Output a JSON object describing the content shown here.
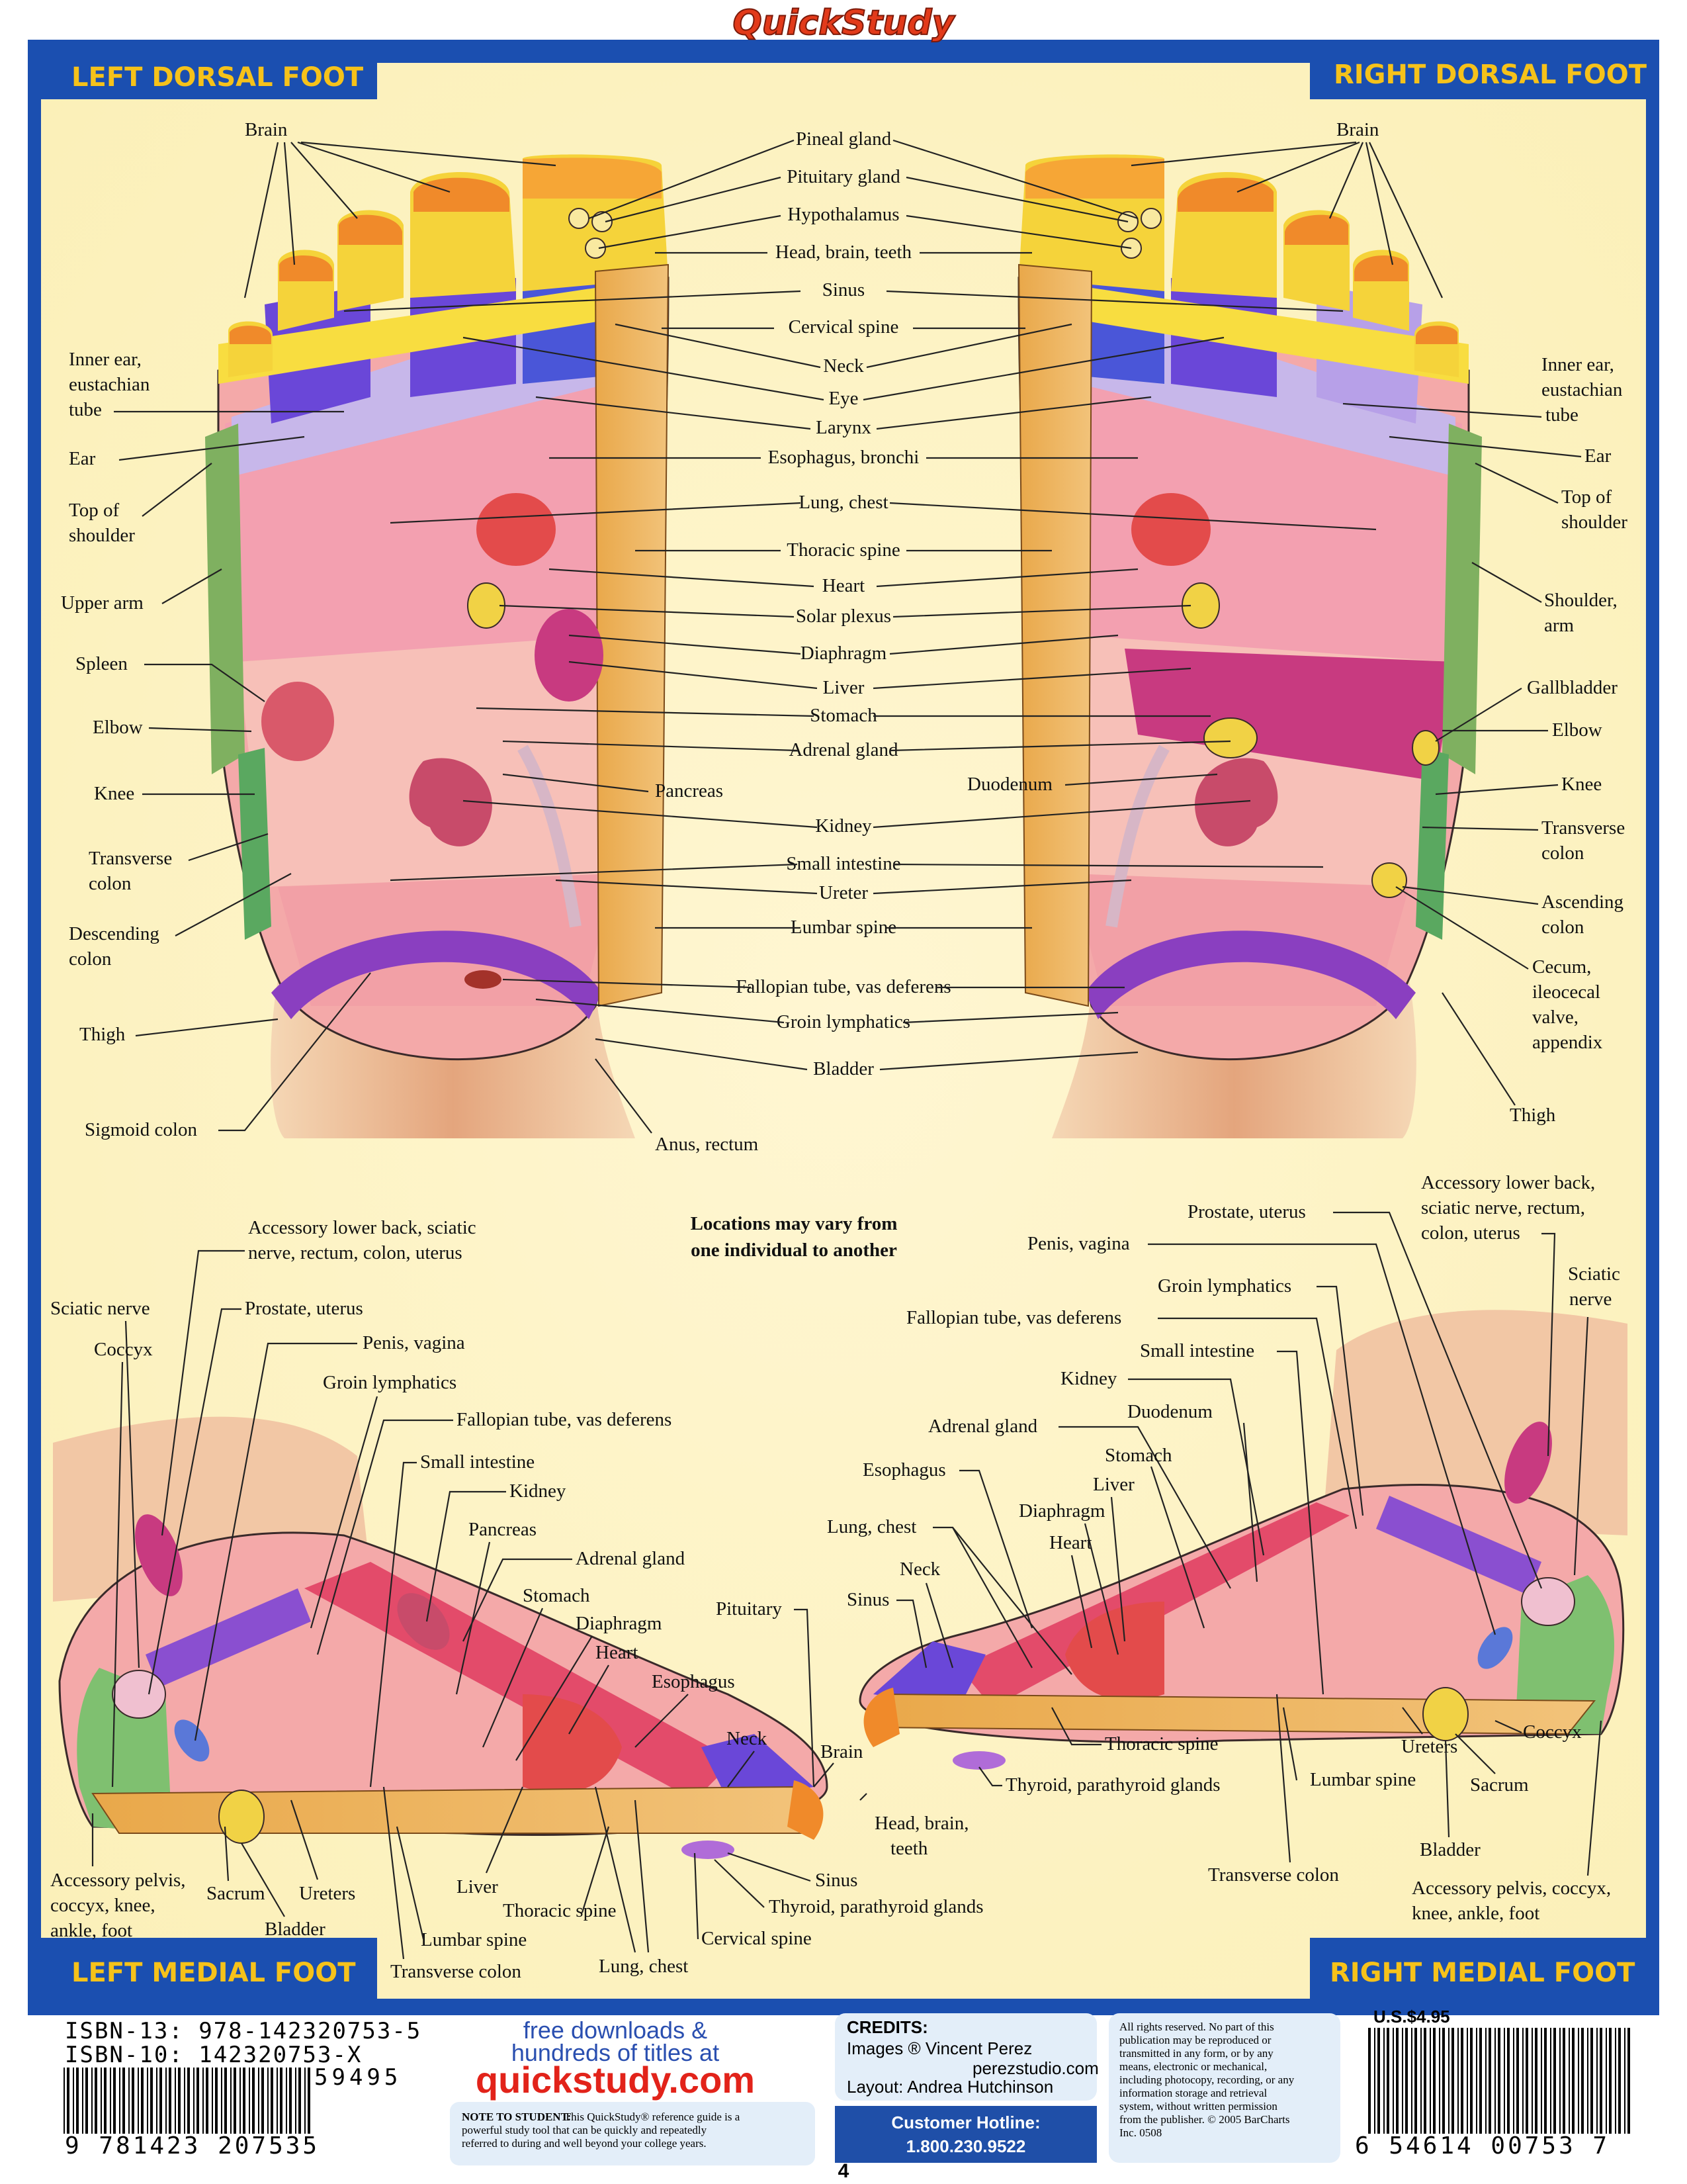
{
  "brand": {
    "logo": "QuickStudy"
  },
  "panels": {
    "left_dorsal": "LEFT DORSAL FOOT",
    "right_dorsal": "RIGHT DORSAL FOOT",
    "left_medial": "LEFT MEDIAL FOOT",
    "right_medial": "RIGHT MEDIAL FOOT"
  },
  "dorsal_center_labels": [
    "Pineal gland",
    "Pituitary gland",
    "Hypothalamus",
    "Head, brain, teeth",
    "Sinus",
    "Cervical spine",
    "Neck",
    "Eye",
    "Larynx",
    "Esophagus, bronchi",
    "Lung, chest",
    "Thoracic spine",
    "Heart",
    "Solar plexus",
    "Diaphragm",
    "Liver",
    "Stomach",
    "Adrenal gland",
    "Kidney",
    "Small intestine",
    "Ureter",
    "Lumbar spine",
    "Fallopian tube, vas deferens",
    "Groin lymphatics",
    "Bladder"
  ],
  "left_dorsal_labels": {
    "brain": "Brain",
    "inner_ear": [
      "Inner ear,",
      "eustachian",
      "tube"
    ],
    "ear": "Ear",
    "top_shoulder": [
      "Top of",
      "shoulder"
    ],
    "upper_arm": "Upper arm",
    "spleen": "Spleen",
    "elbow": "Elbow",
    "knee": "Knee",
    "transverse": [
      "Transverse",
      "colon"
    ],
    "descending": [
      "Descending",
      "colon"
    ],
    "thigh": "Thigh",
    "sigmoid": "Sigmoid colon",
    "pancreas": "Pancreas",
    "anus": "Anus, rectum"
  },
  "right_dorsal_labels": {
    "brain": "Brain",
    "inner_ear": [
      "Inner ear,",
      "eustachian",
      "tube"
    ],
    "ear": "Ear",
    "top_shoulder": [
      "Top of",
      "shoulder"
    ],
    "shoulder_arm": [
      "Shoulder,",
      "arm"
    ],
    "gallbladder": "Gallbladder",
    "elbow": "Elbow",
    "knee": "Knee",
    "transverse": [
      "Transverse",
      "colon"
    ],
    "ascending": [
      "Ascending",
      "colon"
    ],
    "cecum": [
      "Cecum,",
      "ileocecal",
      "valve,",
      "appendix"
    ],
    "thigh": "Thigh",
    "duodenum": "Duodenum"
  },
  "note": [
    "Locations may vary from",
    "one individual to another"
  ],
  "left_medial_labels": {
    "acc_lower_back": [
      "Accessory lower back, sciatic",
      "nerve, rectum, colon, uterus"
    ],
    "sciatic": "Sciatic nerve",
    "coccyx": "Coccyx",
    "prostate": "Prostate, uterus",
    "penis": "Penis, vagina",
    "groin": "Groin lymphatics",
    "fallopian": "Fallopian tube, vas deferens",
    "small_int": "Small intestine",
    "kidney": "Kidney",
    "pancreas": "Pancreas",
    "adrenal": "Adrenal gland",
    "stomach": "Stomach",
    "diaphragm": "Diaphragm",
    "heart": "Heart",
    "esophagus": "Esophagus",
    "pituitary": "Pituitary",
    "neck": "Neck",
    "brain": "Brain",
    "head": [
      "Head, brain,",
      "teeth"
    ],
    "sinus": "Sinus",
    "thyroid": "Thyroid, parathyroid glands",
    "cervical": "Cervical spine",
    "lung": "Lung, chest",
    "thoracic": "Thoracic spine",
    "liver": "Liver",
    "lumbar": "Lumbar spine",
    "transverse": "Transverse colon",
    "bladder": "Bladder",
    "ureters": "Ureters",
    "sacrum": "Sacrum",
    "acc_pelvis": [
      "Accessory pelvis,",
      "coccyx, knee,",
      "ankle, foot"
    ]
  },
  "right_medial_labels": {
    "acc_lower_back": [
      "Accessory lower back,",
      "sciatic nerve, rectum,",
      "colon, uterus"
    ],
    "prostate": "Prostate, uterus",
    "penis": "Penis, vagina",
    "sciatic": [
      "Sciatic",
      "nerve"
    ],
    "groin": "Groin lymphatics",
    "fallopian": "Fallopian tube, vas deferens",
    "small_int": "Small intestine",
    "kidney": "Kidney",
    "duodenum": "Duodenum",
    "adrenal": "Adrenal gland",
    "stomach": "Stomach",
    "esophagus": "Esophagus",
    "liver": "Liver",
    "diaphragm": "Diaphragm",
    "lung": "Lung, chest",
    "heart": "Heart",
    "neck": "Neck",
    "sinus": "Sinus",
    "thoracic": "Thoracic spine",
    "thyroid": "Thyroid, parathyroid glands",
    "ureters": "Ureters",
    "lumbar": "Lumbar spine",
    "coccyx": "Coccyx",
    "sacrum": "Sacrum",
    "transverse": "Transverse colon",
    "bladder": "Bladder",
    "acc_pelvis": [
      "Accessory pelvis, coccyx,",
      "knee, ankle, foot"
    ]
  },
  "footer": {
    "isbn13": "ISBN-13: 978-142320753-5",
    "isbn10": "ISBN-10: 142320753-X",
    "price_code": "59495",
    "barcode_left": "9 781423 207535",
    "free_downloads": "free downloads &",
    "hundreds": "hundreds of titles at",
    "site": "quickstudy.com",
    "note_title": "NOTE TO STUDENT:",
    "note_body": "This QuickStudy® reference guide is a powerful study tool that can be quickly and repeatedly referred to during and well beyond your college years.",
    "credits_title": "CREDITS:",
    "credits_images": "Images ® Vincent Perez",
    "credits_site": "perezstudio.com",
    "credits_layout": "Layout: Andrea Hutchinson",
    "hotline_title": "Customer Hotline:",
    "hotline_number": "1.800.230.9522",
    "rights": "All rights reserved. No part of this publication may be reproduced or transmitted in any form, or by any means, electronic or mechanical, including photocopy, recording, or any information storage and retrieval system, without written permission from the publisher. © 2005 BarCharts Inc. 0508",
    "price": "U.S.$4.95",
    "barcode_right": "6 54614 00753 7",
    "page": "4"
  }
}
